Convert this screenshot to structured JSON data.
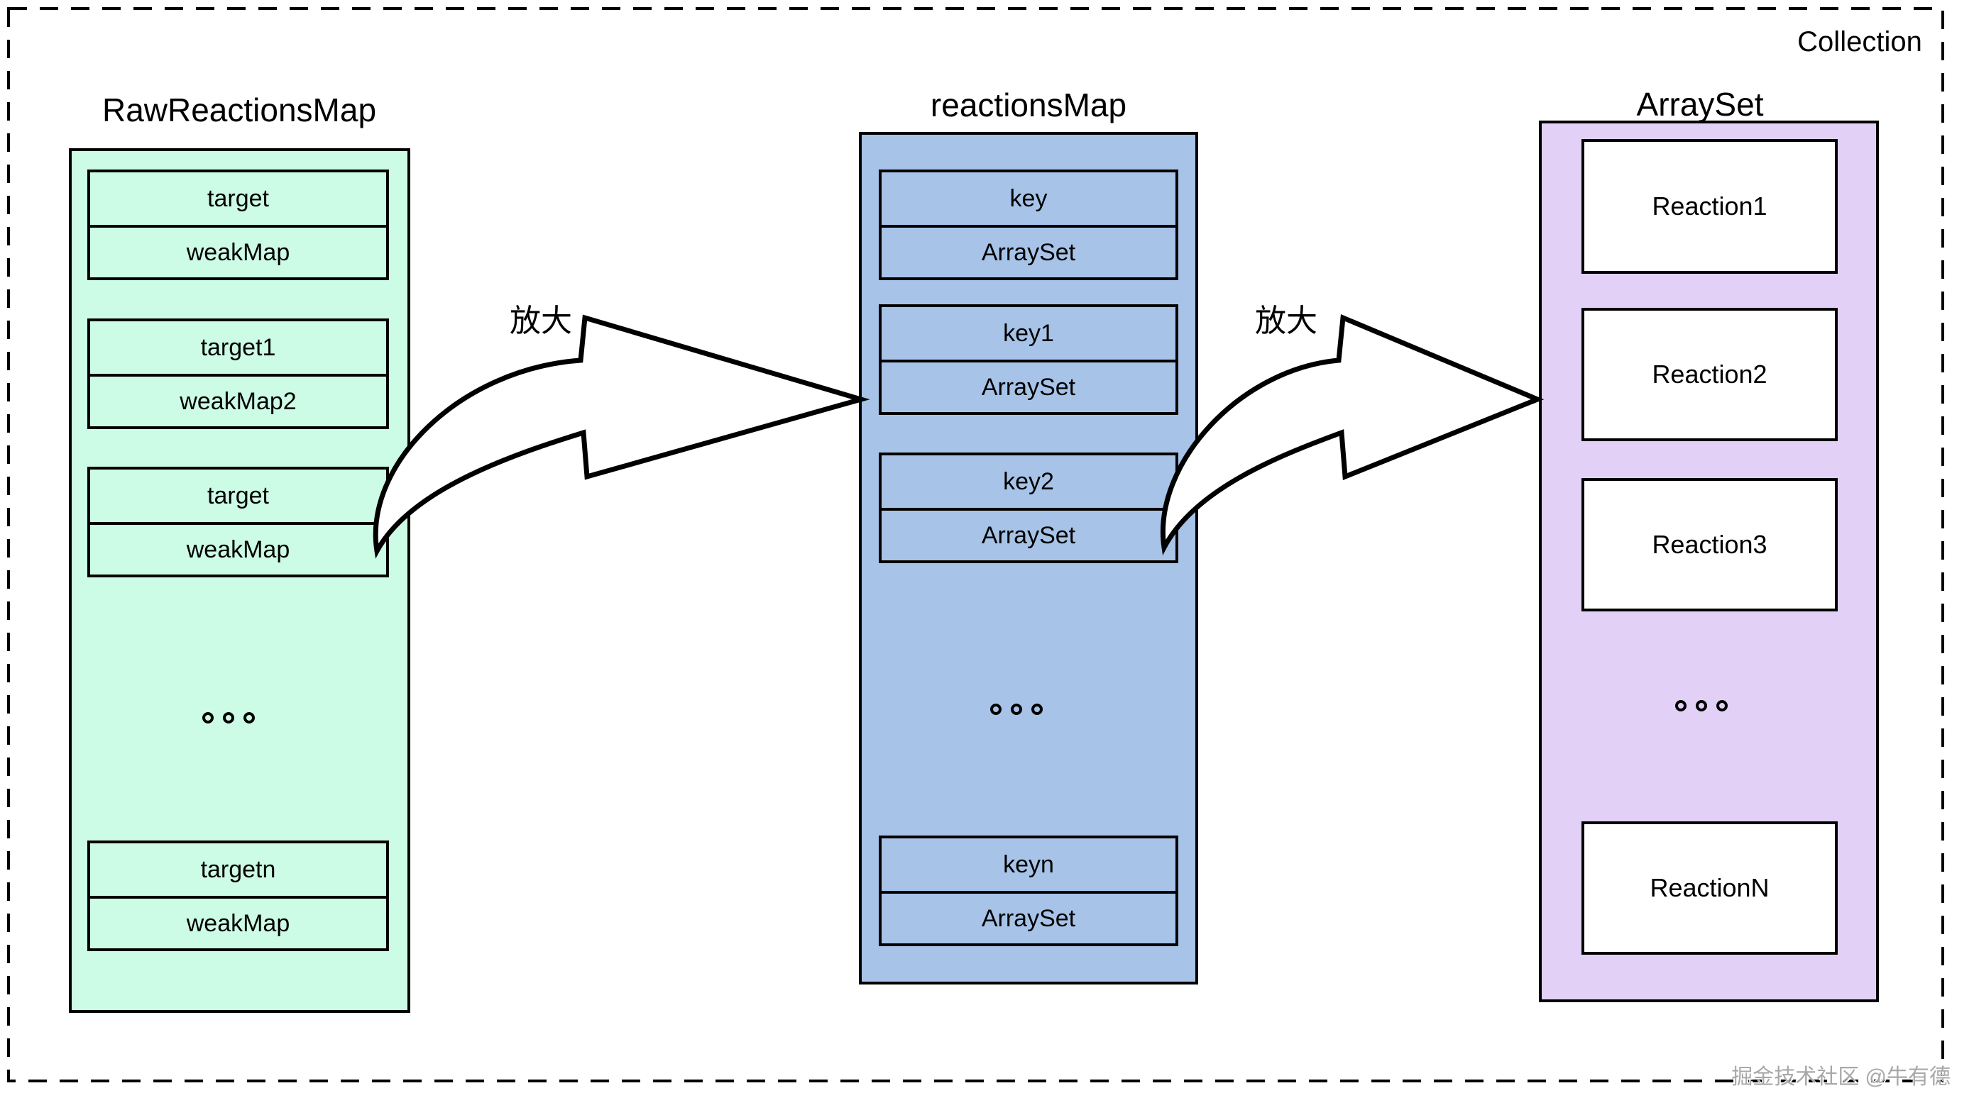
{
  "frame": {
    "collection_label": "Collection",
    "watermark": "掘金技术社区 @牛有德"
  },
  "colors": {
    "left_fill": "#ccfbe6",
    "middle_fill": "#a7c4e8",
    "right_fill": "#e2d0f6",
    "item_fill": "#ffffff",
    "line": "#000000",
    "arrow_fill": "#ffffff"
  },
  "left_column": {
    "title": "RawReactionsMap",
    "pairs": [
      {
        "top": "target",
        "bottom": "weakMap"
      },
      {
        "top": "target1",
        "bottom": "weakMap2"
      },
      {
        "top": "target",
        "bottom": "weakMap"
      },
      {
        "top": "targetn",
        "bottom": "weakMap"
      }
    ]
  },
  "middle_column": {
    "title": "reactionsMap",
    "pairs": [
      {
        "top": "key",
        "bottom": "ArraySet"
      },
      {
        "top": "key1",
        "bottom": "ArraySet"
      },
      {
        "top": "key2",
        "bottom": "ArraySet"
      },
      {
        "top": "keyn",
        "bottom": "ArraySet"
      }
    ]
  },
  "right_column": {
    "title": "ArraySet",
    "items": [
      "Reaction1",
      "Reaction2",
      "Reaction3",
      "ReactionN"
    ]
  },
  "arrows": [
    {
      "label": "放大"
    },
    {
      "label": "放大"
    }
  ]
}
